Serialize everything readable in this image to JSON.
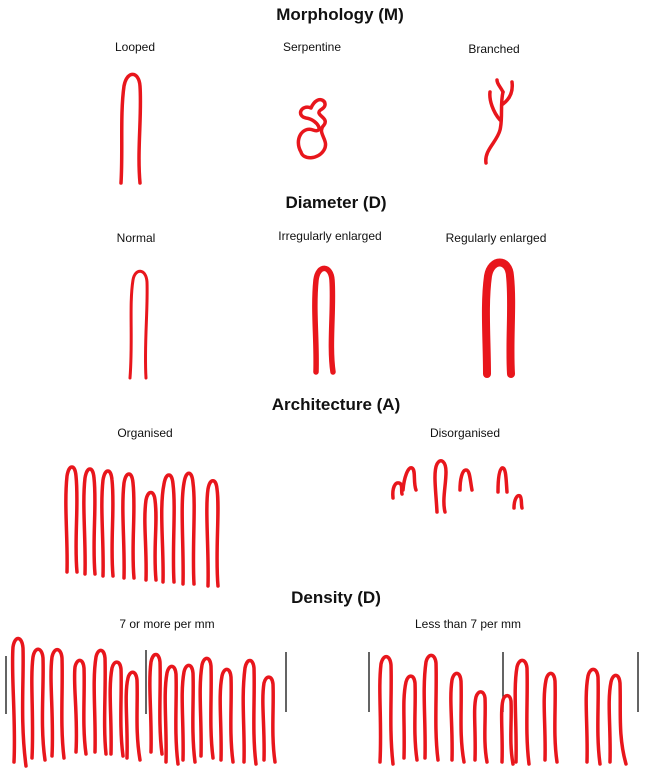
{
  "colors": {
    "capillary": "#e8161c",
    "marker": "#222222",
    "text": "#111111"
  },
  "sections": {
    "morphology": {
      "title": "Morphology (M)",
      "items": [
        "Looped",
        "Serpentine",
        "Branched"
      ]
    },
    "diameter": {
      "title": "Diameter (D)",
      "items": [
        "Normal",
        "Irregularly enlarged",
        "Regularly enlarged"
      ]
    },
    "architecture": {
      "title": "Architecture (A)",
      "items": [
        "Organised",
        "Disorganised"
      ]
    },
    "density": {
      "title": "Density (D)",
      "items": [
        "7 or more per mm",
        "Less than 7 per mm"
      ]
    }
  }
}
